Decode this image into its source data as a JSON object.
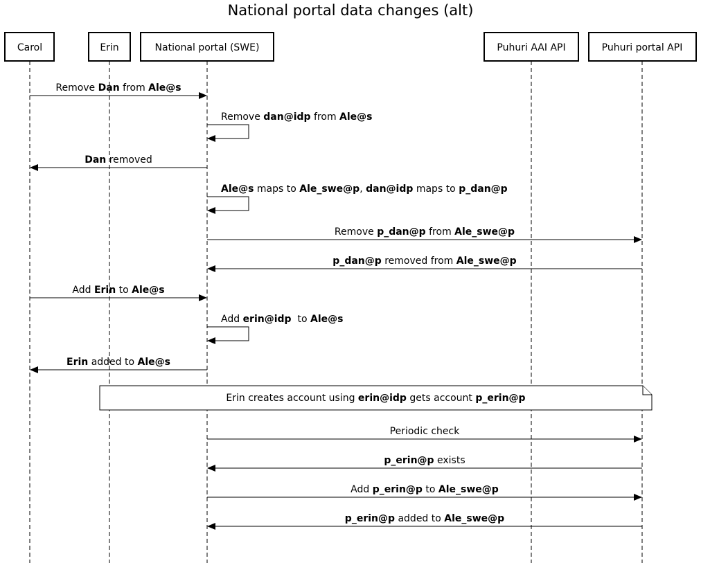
{
  "diagram": {
    "title": "National portal data changes (alt)",
    "actors": [
      {
        "id": "carol",
        "label": "Carol"
      },
      {
        "id": "erin",
        "label": "Erin"
      },
      {
        "id": "np",
        "label": "National portal (SWE)"
      },
      {
        "id": "aai",
        "label": "Puhuri AAI API"
      },
      {
        "id": "portal",
        "label": "Puhuri portal API"
      }
    ],
    "messages": [
      {
        "from": "carol",
        "to": "np",
        "parts": [
          {
            "t": "Remove "
          },
          {
            "t": "Dan",
            "b": true
          },
          {
            "t": " from "
          },
          {
            "t": "Ale@s",
            "b": true
          }
        ]
      },
      {
        "from": "np",
        "to": "np",
        "parts": [
          {
            "t": "Remove "
          },
          {
            "t": "dan@idp",
            "b": true
          },
          {
            "t": " from "
          },
          {
            "t": "Ale@s",
            "b": true
          }
        ]
      },
      {
        "from": "np",
        "to": "carol",
        "parts": [
          {
            "t": "Dan",
            "b": true
          },
          {
            "t": " removed"
          }
        ]
      },
      {
        "from": "np",
        "to": "np",
        "parts": [
          {
            "t": "Ale@s",
            "b": true
          },
          {
            "t": " maps to "
          },
          {
            "t": "Ale_swe@p",
            "b": true
          },
          {
            "t": ", "
          },
          {
            "t": "dan@idp",
            "b": true
          },
          {
            "t": " maps to "
          },
          {
            "t": "p_dan@p",
            "b": true
          }
        ]
      },
      {
        "from": "np",
        "to": "portal",
        "parts": [
          {
            "t": "Remove "
          },
          {
            "t": "p_dan@p",
            "b": true
          },
          {
            "t": " from "
          },
          {
            "t": "Ale_swe@p",
            "b": true
          }
        ]
      },
      {
        "from": "portal",
        "to": "np",
        "parts": [
          {
            "t": "p_dan@p",
            "b": true
          },
          {
            "t": " removed from "
          },
          {
            "t": "Ale_swe@p",
            "b": true
          }
        ]
      },
      {
        "from": "carol",
        "to": "np",
        "parts": [
          {
            "t": "Add "
          },
          {
            "t": "Erin",
            "b": true
          },
          {
            "t": " to "
          },
          {
            "t": "Ale@s",
            "b": true
          }
        ]
      },
      {
        "from": "np",
        "to": "np",
        "parts": [
          {
            "t": "Add "
          },
          {
            "t": "erin@idp",
            "b": true
          },
          {
            "t": "  to "
          },
          {
            "t": "Ale@s",
            "b": true
          }
        ]
      },
      {
        "from": "np",
        "to": "carol",
        "parts": [
          {
            "t": "Erin",
            "b": true
          },
          {
            "t": " added to "
          },
          {
            "t": "Ale@s",
            "b": true
          }
        ]
      },
      {
        "type": "note",
        "parts": [
          {
            "t": "Erin creates account using "
          },
          {
            "t": "erin@idp",
            "b": true
          },
          {
            "t": " gets account "
          },
          {
            "t": "p_erin@p",
            "b": true
          }
        ]
      },
      {
        "from": "np",
        "to": "portal",
        "parts": [
          {
            "t": "Periodic check"
          }
        ]
      },
      {
        "from": "portal",
        "to": "np",
        "parts": [
          {
            "t": "p_erin@p",
            "b": true
          },
          {
            "t": " exists"
          }
        ]
      },
      {
        "from": "np",
        "to": "portal",
        "parts": [
          {
            "t": "Add "
          },
          {
            "t": "p_erin@p",
            "b": true
          },
          {
            "t": " to "
          },
          {
            "t": "Ale_swe@p",
            "b": true
          }
        ]
      },
      {
        "from": "portal",
        "to": "np",
        "parts": [
          {
            "t": "p_erin@p",
            "b": true
          },
          {
            "t": " added to "
          },
          {
            "t": "Ale_swe@p",
            "b": true
          }
        ]
      }
    ]
  }
}
